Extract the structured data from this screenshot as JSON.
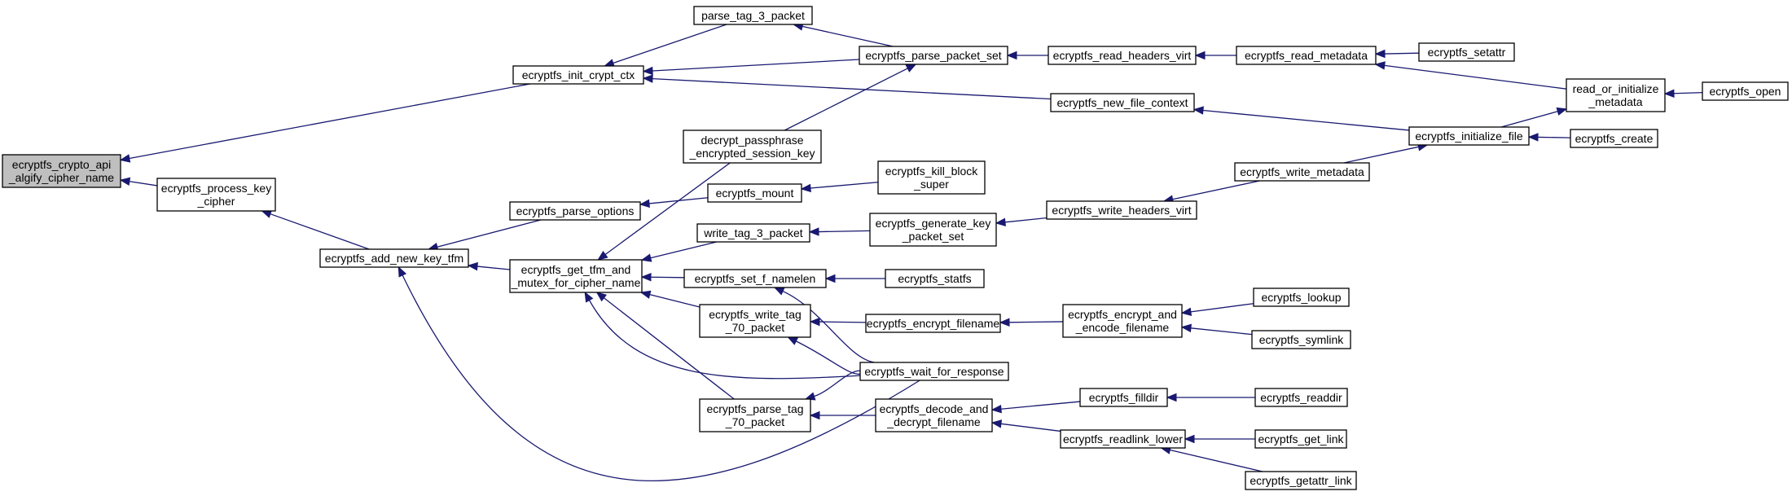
{
  "graph": {
    "colors": {
      "edge": "#191970",
      "node_border": "#000000",
      "node_fill": "#ffffff",
      "root_fill": "#bfbfbf",
      "background": "#ffffff"
    },
    "nodes": [
      {
        "id": "n1",
        "lines": [
          "ecryptfs_crypto_api",
          "_algify_cipher_name"
        ],
        "root": true
      },
      {
        "id": "n2",
        "lines": [
          "ecryptfs_init_crypt_ctx"
        ]
      },
      {
        "id": "n3",
        "lines": [
          "ecryptfs_process_key",
          "_cipher"
        ]
      },
      {
        "id": "n4",
        "lines": [
          "parse_tag_3_packet"
        ]
      },
      {
        "id": "n5",
        "lines": [
          "ecryptfs_parse_packet_set"
        ]
      },
      {
        "id": "n6",
        "lines": [
          "ecryptfs_read_headers_virt"
        ]
      },
      {
        "id": "n7",
        "lines": [
          "ecryptfs_read_metadata"
        ]
      },
      {
        "id": "n8",
        "lines": [
          "ecryptfs_setattr"
        ]
      },
      {
        "id": "n9",
        "lines": [
          "read_or_initialize",
          "_metadata"
        ]
      },
      {
        "id": "n10",
        "lines": [
          "ecryptfs_open"
        ]
      },
      {
        "id": "n11",
        "lines": [
          "ecryptfs_new_file_context"
        ]
      },
      {
        "id": "n12",
        "lines": [
          "ecryptfs_initialize_file"
        ]
      },
      {
        "id": "n13",
        "lines": [
          "ecryptfs_create"
        ]
      },
      {
        "id": "n14",
        "lines": [
          "decrypt_passphrase",
          "_encrypted_session_key"
        ]
      },
      {
        "id": "n15",
        "lines": [
          "ecryptfs_mount"
        ]
      },
      {
        "id": "n16",
        "lines": [
          "ecryptfs_kill_block",
          "_super"
        ]
      },
      {
        "id": "n17",
        "lines": [
          "ecryptfs_write_metadata"
        ]
      },
      {
        "id": "n18",
        "lines": [
          "ecryptfs_parse_options"
        ]
      },
      {
        "id": "n19",
        "lines": [
          "ecryptfs_add_new_key_tfm"
        ]
      },
      {
        "id": "n20",
        "lines": [
          "ecryptfs_get_tfm_and",
          "_mutex_for_cipher_name"
        ]
      },
      {
        "id": "n21",
        "lines": [
          "write_tag_3_packet"
        ]
      },
      {
        "id": "n22",
        "lines": [
          "ecryptfs_generate_key",
          "_packet_set"
        ]
      },
      {
        "id": "n23",
        "lines": [
          "ecryptfs_write_headers_virt"
        ]
      },
      {
        "id": "n24",
        "lines": [
          "ecryptfs_set_f_namelen"
        ]
      },
      {
        "id": "n25",
        "lines": [
          "ecryptfs_statfs"
        ]
      },
      {
        "id": "n26",
        "lines": [
          "ecryptfs_write_tag",
          "_70_packet"
        ]
      },
      {
        "id": "n27",
        "lines": [
          "ecryptfs_encrypt_filename"
        ]
      },
      {
        "id": "n28",
        "lines": [
          "ecryptfs_encrypt_and",
          "_encode_filename"
        ]
      },
      {
        "id": "n29",
        "lines": [
          "ecryptfs_lookup"
        ]
      },
      {
        "id": "n30",
        "lines": [
          "ecryptfs_symlink"
        ]
      },
      {
        "id": "n31",
        "lines": [
          "ecryptfs_wait_for_response"
        ]
      },
      {
        "id": "n32",
        "lines": [
          "ecryptfs_parse_tag",
          "_70_packet"
        ]
      },
      {
        "id": "n33",
        "lines": [
          "ecryptfs_decode_and",
          "_decrypt_filename"
        ]
      },
      {
        "id": "n34",
        "lines": [
          "ecryptfs_filldir"
        ]
      },
      {
        "id": "n35",
        "lines": [
          "ecryptfs_readdir"
        ]
      },
      {
        "id": "n36",
        "lines": [
          "ecryptfs_readlink_lower"
        ]
      },
      {
        "id": "n37",
        "lines": [
          "ecryptfs_get_link"
        ]
      },
      {
        "id": "n38",
        "lines": [
          "ecryptfs_getattr_link"
        ]
      }
    ],
    "edges": [
      {
        "from": "n2",
        "to": "n1"
      },
      {
        "from": "n3",
        "to": "n1"
      },
      {
        "from": "n4",
        "to": "n2"
      },
      {
        "from": "n5",
        "to": "n2"
      },
      {
        "from": "n11",
        "to": "n2"
      },
      {
        "from": "n5",
        "to": "n4"
      },
      {
        "from": "n6",
        "to": "n5"
      },
      {
        "from": "n14",
        "to": "n5"
      },
      {
        "from": "n7",
        "to": "n6"
      },
      {
        "from": "n8",
        "to": "n7"
      },
      {
        "from": "n9",
        "to": "n7"
      },
      {
        "from": "n10",
        "to": "n9"
      },
      {
        "from": "n12",
        "to": "n9"
      },
      {
        "from": "n12",
        "to": "n11"
      },
      {
        "from": "n13",
        "to": "n12"
      },
      {
        "from": "n17",
        "to": "n12"
      },
      {
        "from": "n19",
        "to": "n3"
      },
      {
        "from": "n18",
        "to": "n19"
      },
      {
        "from": "n20",
        "to": "n19"
      },
      {
        "from": "n31",
        "to": "n19"
      },
      {
        "from": "n15",
        "to": "n18"
      },
      {
        "from": "n16",
        "to": "n15"
      },
      {
        "from": "n14",
        "to": "n20"
      },
      {
        "from": "n21",
        "to": "n20"
      },
      {
        "from": "n24",
        "to": "n20"
      },
      {
        "from": "n26",
        "to": "n20"
      },
      {
        "from": "n32",
        "to": "n20"
      },
      {
        "from": "n31",
        "to": "n20"
      },
      {
        "from": "n22",
        "to": "n21"
      },
      {
        "from": "n23",
        "to": "n22"
      },
      {
        "from": "n17",
        "to": "n23"
      },
      {
        "from": "n25",
        "to": "n24"
      },
      {
        "from": "n31",
        "to": "n24"
      },
      {
        "from": "n27",
        "to": "n26"
      },
      {
        "from": "n31",
        "to": "n26"
      },
      {
        "from": "n28",
        "to": "n27"
      },
      {
        "from": "n29",
        "to": "n28"
      },
      {
        "from": "n30",
        "to": "n28"
      },
      {
        "from": "n31",
        "to": "n32"
      },
      {
        "from": "n33",
        "to": "n32"
      },
      {
        "from": "n34",
        "to": "n33"
      },
      {
        "from": "n36",
        "to": "n33"
      },
      {
        "from": "n35",
        "to": "n34"
      },
      {
        "from": "n37",
        "to": "n36"
      },
      {
        "from": "n38",
        "to": "n36"
      }
    ]
  }
}
